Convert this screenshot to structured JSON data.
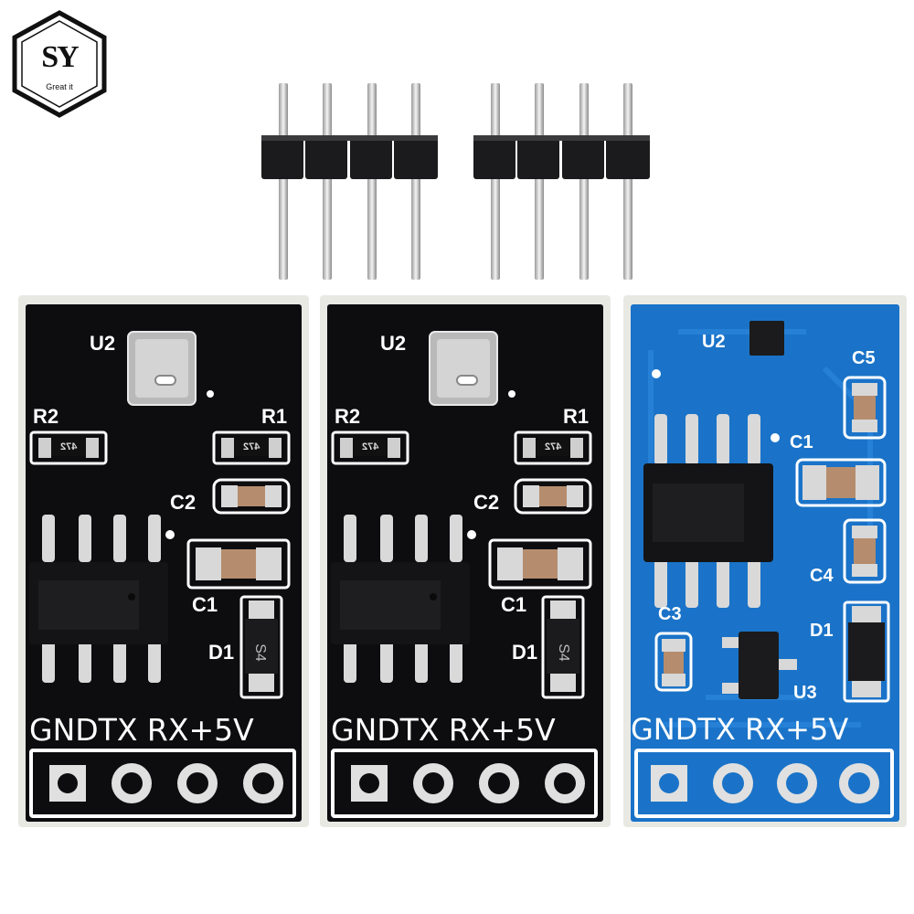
{
  "logo": {
    "mark": "SY",
    "tagline": "Great it"
  },
  "boards": [
    {
      "variant": "black",
      "labels": {
        "u2": "U2",
        "r2": "R2",
        "r1": "R1",
        "c2": "C2",
        "c1": "C1",
        "d1": "D1",
        "pins": "GNDTX RX+5V",
        "diode": "S4",
        "res": "472"
      }
    },
    {
      "variant": "black",
      "labels": {
        "u2": "U2",
        "r2": "R2",
        "r1": "R1",
        "c2": "C2",
        "c1": "C1",
        "d1": "D1",
        "pins": "GNDTX RX+5V",
        "diode": "S4",
        "res": "472"
      }
    },
    {
      "variant": "blue",
      "labels": {
        "u2": "U2",
        "c5": "C5",
        "c1": "C1",
        "c4": "C4",
        "c3": "C3",
        "d1": "D1",
        "u3": "U3",
        "pins": "GNDTX RX+5V"
      }
    }
  ],
  "colors": {
    "board_black": "#0d0d10",
    "board_blue": "#1a73c8",
    "silk": "#ffffff",
    "header_plastic": "#1b1b1d",
    "pin_metal": "#cfcfcf"
  }
}
